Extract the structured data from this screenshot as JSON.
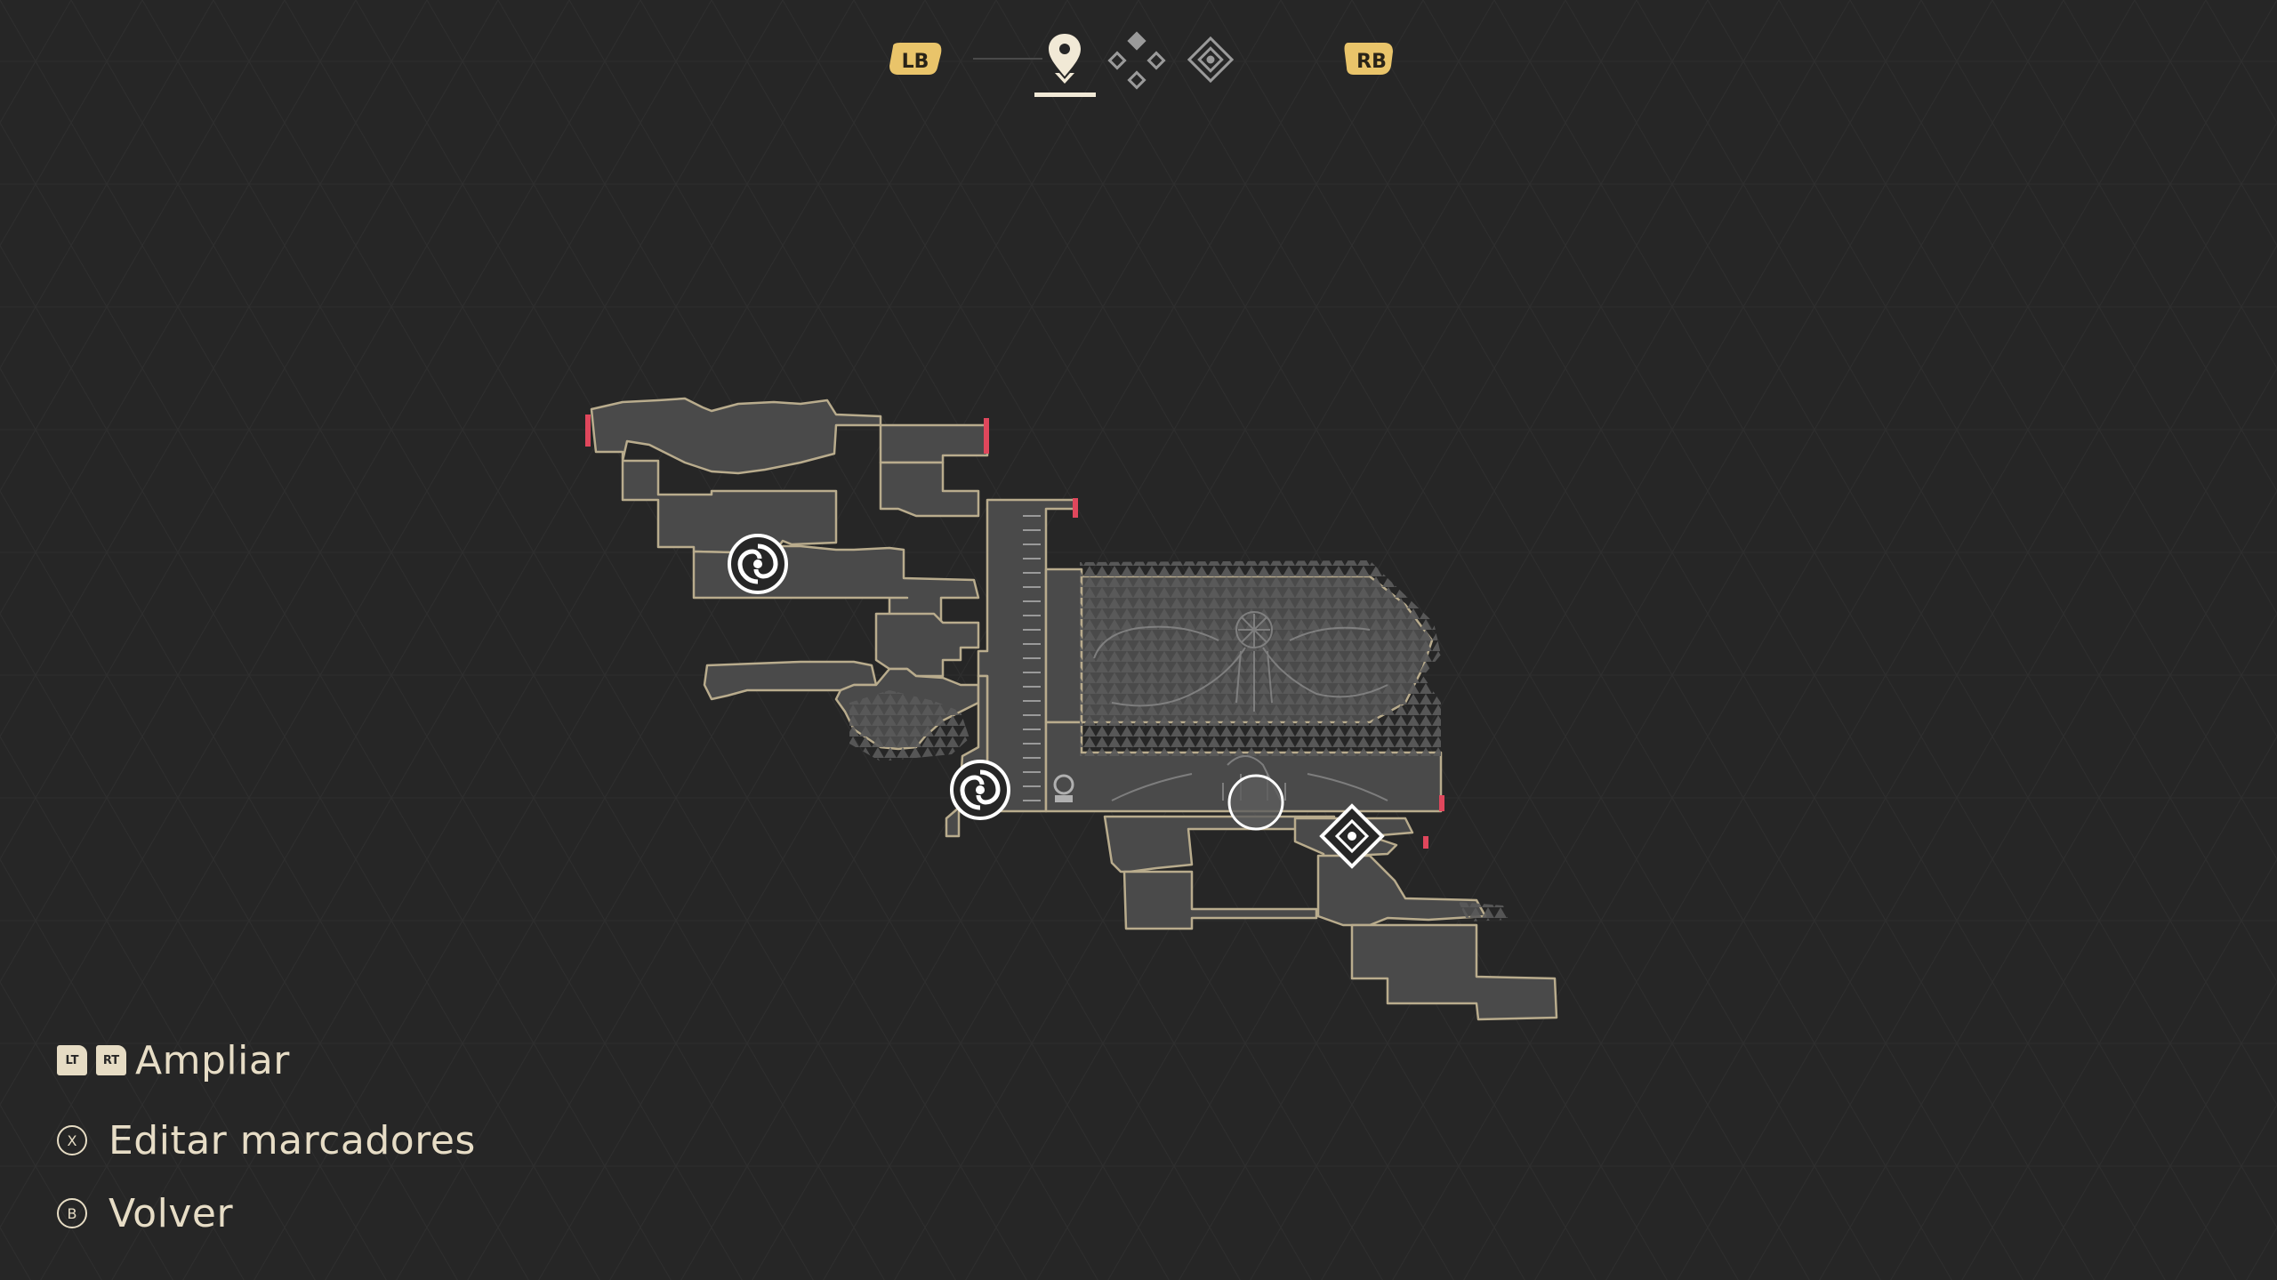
{
  "tabs": {
    "left_bumper": "LB",
    "right_bumper": "RB",
    "items": [
      {
        "icon": "location-pin-icon",
        "active": true
      },
      {
        "icon": "diamond-cluster-icon",
        "active": false
      },
      {
        "icon": "diamond-frame-icon",
        "active": false
      }
    ]
  },
  "controls": {
    "zoom": {
      "keys": [
        "LT",
        "RT"
      ],
      "label": "Ampliar"
    },
    "edit_markers": {
      "key": "X",
      "label": "Editar marcadores"
    },
    "back": {
      "key": "B",
      "label": "Volver"
    }
  },
  "map": {
    "markers": [
      {
        "type": "spiral-waypoint-icon"
      },
      {
        "type": "spiral-waypoint-icon"
      },
      {
        "type": "player-position-icon"
      },
      {
        "type": "objective-diamond-icon"
      },
      {
        "type": "supply-camp-icon"
      }
    ]
  },
  "colors": {
    "background": "#262626",
    "accent_gold": "#e9c46a",
    "room_fill": "#4a4a4a",
    "room_border": "#b9ac8d",
    "door_red": "#e0475c"
  }
}
